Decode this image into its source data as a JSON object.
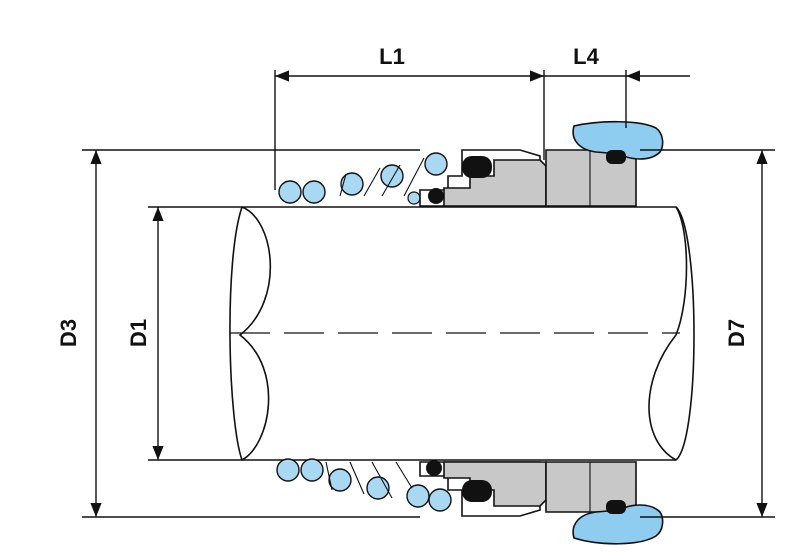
{
  "labels": {
    "l1": "L1",
    "l4": "L4",
    "d3": "D3",
    "d1": "D1",
    "d7": "D7"
  },
  "colors": {
    "spring_coil": "#a9d8f2",
    "seat_ring": "#8ecdf0",
    "seal_face": "#c8c8c8",
    "o_ring": "#111111",
    "line": "#111111",
    "background": "#ffffff"
  }
}
